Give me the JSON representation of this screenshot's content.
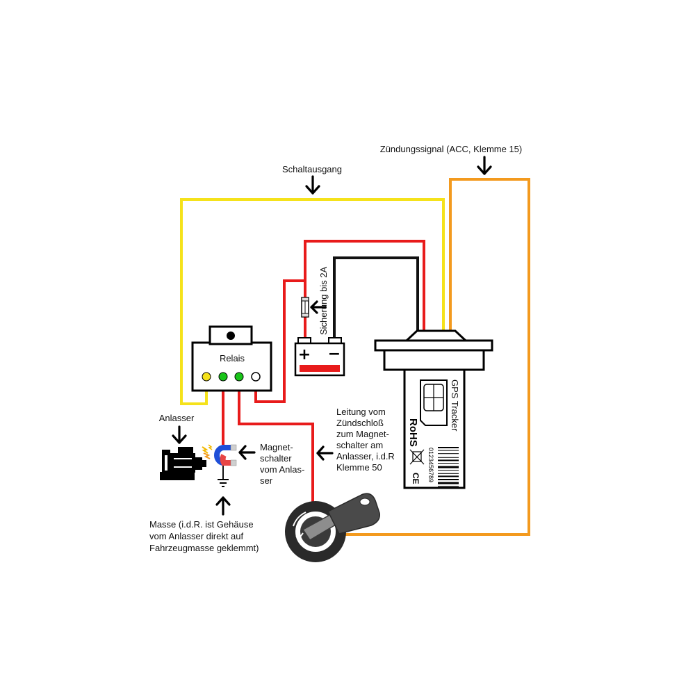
{
  "labels": {
    "schaltausgang": "Schaltausgang",
    "zuendungssignal": "Zündungssignal (ACC, Klemme 15)",
    "relais": "Relais",
    "sicherung": "Sicherung bis 2A",
    "anlasser": "Anlasser",
    "magnetschalter": [
      "Magnet-",
      "schalter",
      "vom Anlas-",
      "ser"
    ],
    "leitung": [
      "Leitung vom",
      "Zündschloß",
      "zum Magnet-",
      "schalter am",
      "Anlasser, i.d.R",
      "Klemme 50"
    ],
    "masse": [
      "Masse (i.d.R. ist Gehäuse",
      "vom Anlasser direkt auf",
      "Fahrzeugmasse geklemmt)"
    ],
    "gps_tracker": "GPS Tracker",
    "rohs": "RoHS",
    "ce": "CE",
    "barcode_number": "0123456789",
    "battery_plus": "+",
    "battery_minus": "−"
  },
  "colors": {
    "yellow_wire": "#f5e21b",
    "orange_wire": "#f39a1e",
    "red_wire": "#e81b1b",
    "black_wire": "#111111",
    "green_terminal": "#19c419",
    "yellow_terminal": "#f5e21b",
    "white_terminal": "#ffffff",
    "battery_red": "#e81b1b"
  },
  "icons": [
    "starter-motor-icon",
    "magnet-icon",
    "ground-icon",
    "fuse-icon",
    "battery-icon",
    "ignition-key-icon",
    "sim-card-icon",
    "recycle-bin-icon",
    "barcode-icon"
  ]
}
